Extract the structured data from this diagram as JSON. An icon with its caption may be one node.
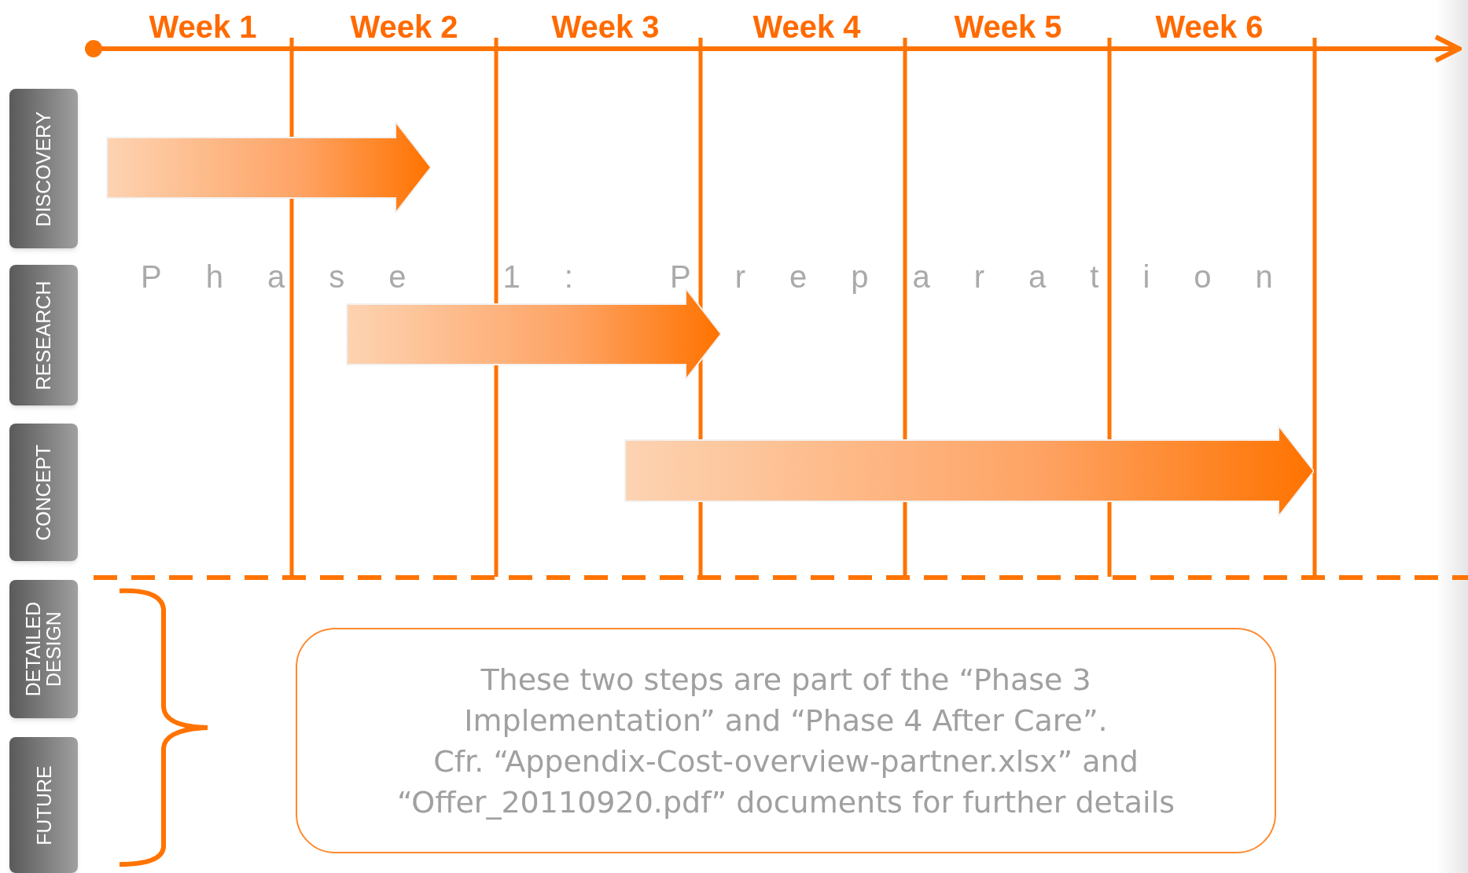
{
  "diagram": {
    "nodes": [
      {
        "text": [
          "DISCOVERY"
        ]
      },
      {
        "text": [
          "RESEARCH"
        ]
      },
      {
        "text": [
          "CONCEPT"
        ]
      },
      {
        "text": [
          "DETAILED DESIGN"
        ]
      },
      {
        "text": [
          "FUTURE"
        ]
      },
      {
        "text": [],
        "shape": "arrow"
      },
      {
        "text": [],
        "shape": "arrow"
      },
      {
        "text": [],
        "shape": "arrow"
      },
      {
        "text": [
          "These two steps are part of the “Phase 3 Implementation” and “Phase 4 After Care”.",
          "Cfr. “Appendix-Cost-overview-partner.xlsx” and “Offer_20110920.pdf” documents for further details"
        ]
      }
    ],
    "labels": [
      "Week 1",
      "Week 2",
      "Week 3",
      "Week 4",
      "Week 5",
      "Week 6",
      "Phase 1: Preparation"
    ]
  }
}
